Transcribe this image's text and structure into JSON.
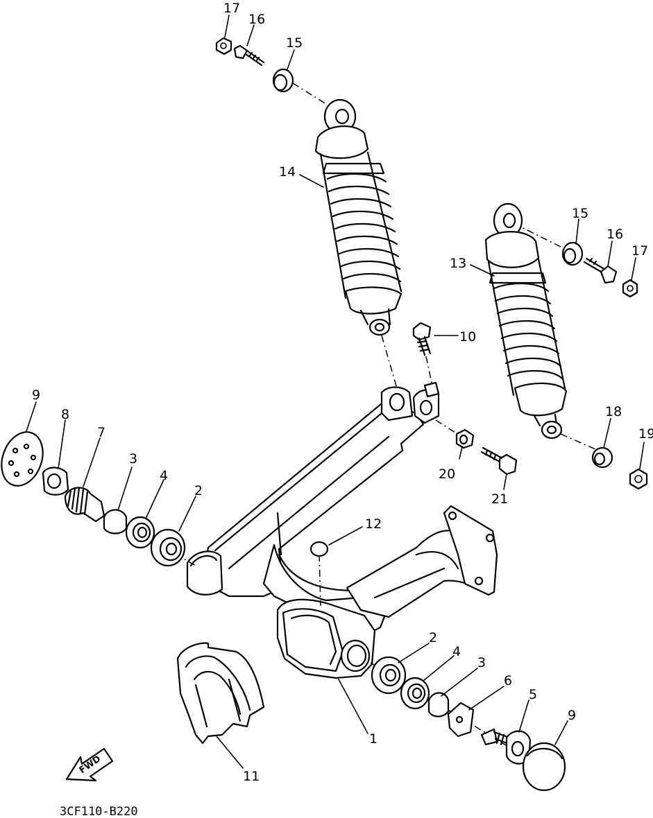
{
  "diagram": {
    "code": "3CF110-B220",
    "fwd_label": "FWD",
    "callouts": {
      "c1": "1",
      "c2a": "2",
      "c2b": "2",
      "c3a": "3",
      "c3b": "3",
      "c4a": "4",
      "c4b": "4",
      "c5": "5",
      "c6": "6",
      "c7": "7",
      "c8": "8",
      "c9a": "9",
      "c9b": "9",
      "c10": "10",
      "c11": "11",
      "c12": "12",
      "c13": "13",
      "c14": "14",
      "c15a": "15",
      "c15b": "15",
      "c16a": "16",
      "c16b": "16",
      "c17a": "17",
      "c17b": "17",
      "c18": "18",
      "c19": "19",
      "c20": "20",
      "c21": "21"
    }
  }
}
